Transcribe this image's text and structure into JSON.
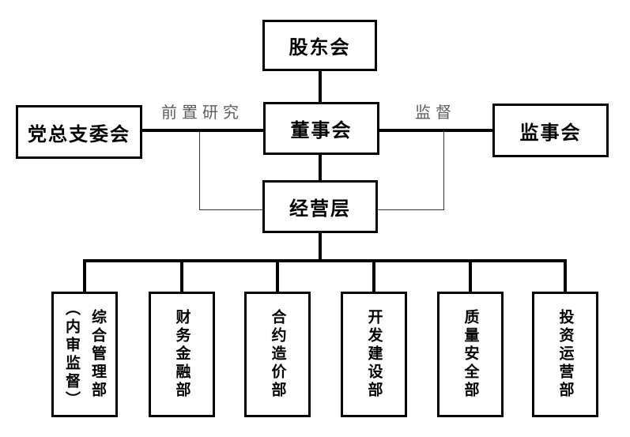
{
  "chart": {
    "type": "org-chart",
    "nodes": {
      "shareholders": {
        "label": "股东会"
      },
      "party_committee": {
        "label": "党总支委会"
      },
      "board_of_directors": {
        "label": "董事会"
      },
      "board_of_supervisors": {
        "label": "监事会"
      },
      "management": {
        "label": "经营层"
      }
    },
    "edges": {
      "party_to_board_label": "前置研究",
      "board_to_supervisors_label": "监督"
    },
    "departments": [
      {
        "name": "综合管理部",
        "annotation": "（内审监督）"
      },
      {
        "name": "财务金融部"
      },
      {
        "name": "合约造价部"
      },
      {
        "name": "开发建设部"
      },
      {
        "name": "质量安全部"
      },
      {
        "name": "投资运营部"
      }
    ],
    "colors": {
      "line": "#000000",
      "thin_line": "#333333",
      "edge_label_text": "#5c5c5c",
      "node_text": "#000000",
      "background": "#ffffff"
    }
  }
}
